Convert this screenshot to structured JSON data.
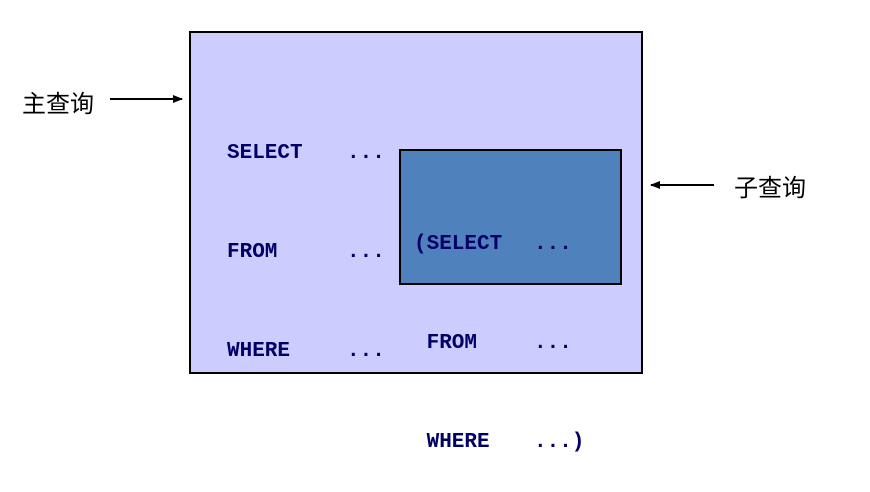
{
  "main_query": {
    "label": "主查询",
    "lines": [
      {
        "keyword": "SELECT",
        "rest": "..."
      },
      {
        "keyword": "FROM",
        "rest": "..."
      },
      {
        "keyword": "WHERE",
        "rest": "..."
      }
    ]
  },
  "subquery": {
    "label": "子查询",
    "lines": [
      {
        "keyword": "(SELECT",
        "rest": "..."
      },
      {
        "keyword": " FROM",
        "rest": "..."
      },
      {
        "keyword": " WHERE",
        "rest": "...)"
      }
    ]
  },
  "colors": {
    "outer_box": "#ccccff",
    "inner_box": "#4f81bd",
    "code_text": "#000066"
  }
}
